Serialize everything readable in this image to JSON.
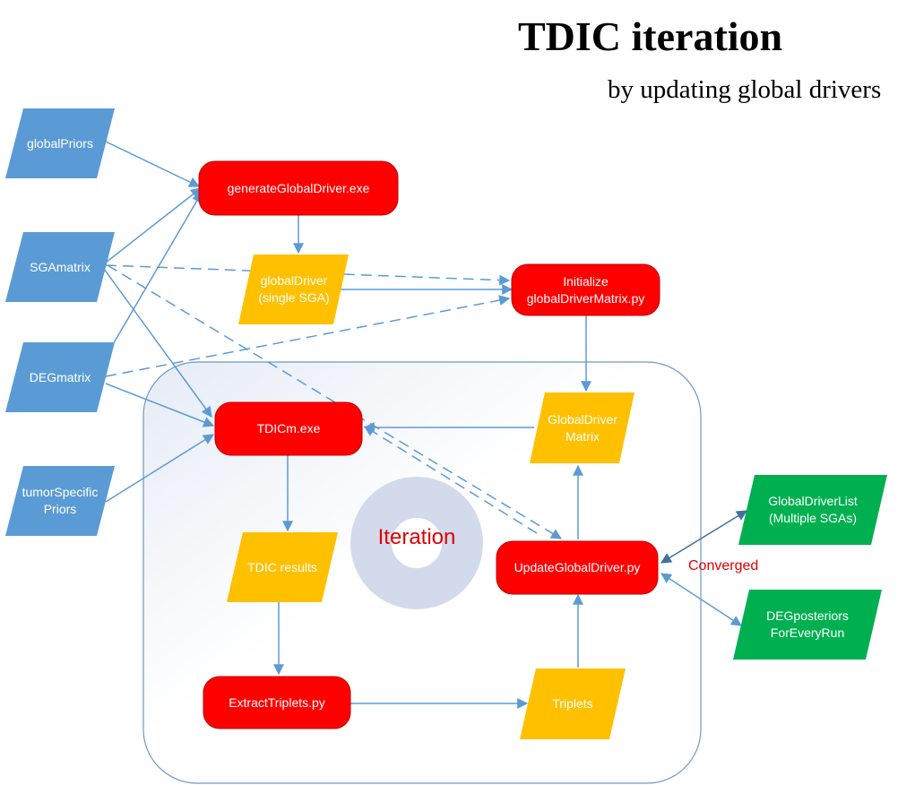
{
  "title": "TDIC iteration",
  "subtitle": "by updating global drivers",
  "colors": {
    "input": "#5b9bd5",
    "process": "#ff0000",
    "intermediate": "#ffc000",
    "output": "#00b050",
    "iteration_label": "#e00000",
    "arrow": "#5b9bd5"
  },
  "nodes": {
    "global_priors": {
      "label": "globalPriors"
    },
    "sga_matrix": {
      "label": "SGAmatrix"
    },
    "deg_matrix": {
      "label": "DEGmatrix"
    },
    "tumor_specific_priors": {
      "label": "tumorSpecific\nPriors"
    },
    "generate_global_driver": {
      "label": "generateGlobalDriver.exe"
    },
    "global_driver": {
      "label": "globalDriver\n(single SGA)"
    },
    "initialize_matrix": {
      "label": "Initialize\nglobalDriverMatrix.py"
    },
    "global_driver_matrix": {
      "label": "GlobalDriver\nMatrix"
    },
    "tdicm": {
      "label": "TDICm.exe"
    },
    "tdic_results": {
      "label": "TDIC results"
    },
    "extract_triplets": {
      "label": "ExtractTriplets.py"
    },
    "triplets": {
      "label": "Triplets"
    },
    "update_global_driver": {
      "label": "UpdateGlobalDriver.py"
    },
    "global_driver_list": {
      "label": "GlobalDriverList\n(Multiple SGAs)"
    },
    "deg_posteriors": {
      "label": "DEGposteriors\nForEveryRun"
    }
  },
  "iteration_label": "Iteration",
  "converged_label": "Converged"
}
